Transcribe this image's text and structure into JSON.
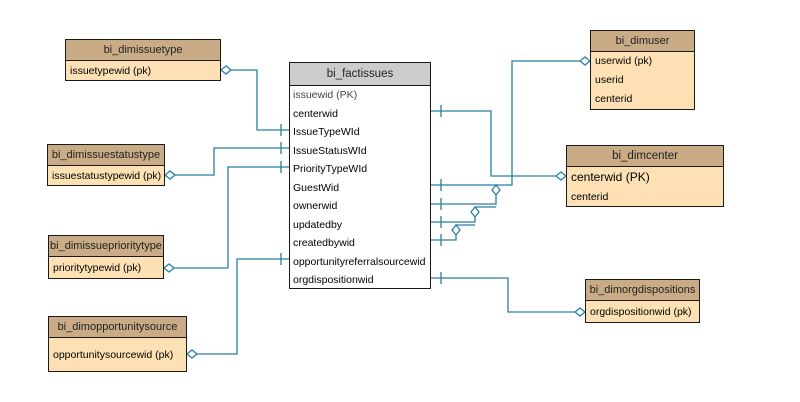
{
  "fact": {
    "name": "bi_factissues",
    "fields": [
      "issuewid (PK)",
      "centerwid",
      "IssueTypeWId",
      "IssueStatusWId",
      "PriorityTypeWId",
      "GuestWid",
      "ownerwid",
      "updatedby",
      "createdbywid",
      "opportunityreferralsourcewid",
      "orgdispositionwid"
    ]
  },
  "dims": {
    "issuetype": {
      "name": "bi_dimissuetype",
      "fields": [
        "issuetypewid (pk)"
      ]
    },
    "issuestatustype": {
      "name": "bi_dimissuestatustype",
      "fields": [
        "issuestatustypewid (pk)"
      ]
    },
    "issueprioritytype": {
      "name": "bi_dimissueprioritytype",
      "fields": [
        "prioritytypewid (pk)"
      ]
    },
    "opportunitysource": {
      "name": "bi_dimopportunitysource",
      "fields": [
        "opportunitysourcewid (pk)"
      ]
    },
    "user": {
      "name": "bi_dimuser",
      "fields": [
        "userwid (pk)",
        "userid",
        "centerid"
      ]
    },
    "center": {
      "name": "bi_dimcenter",
      "fields": [
        "centerwid (PK)",
        "centerid"
      ]
    },
    "orgdispositions": {
      "name": "bi_dimorgdispositions",
      "fields": [
        "orgdispositionwid (pk)"
      ]
    }
  },
  "colors": {
    "line": "#2b7ea1",
    "dim_header": "#c9ac86",
    "dim_body": "#fde1b4",
    "fact_header": "#cccccc"
  }
}
